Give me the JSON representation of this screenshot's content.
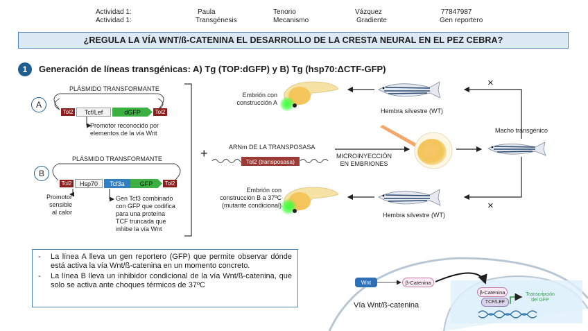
{
  "header": {
    "row1": [
      "Actividad 1:",
      "Paula",
      "Tenorio",
      "Vázquez",
      "77847987"
    ],
    "row2": [
      "Actividad 1:",
      "Transgénesis",
      "Mecanismo",
      "Gradiente",
      "Gen reportero"
    ]
  },
  "title": "¿REGULA LA VÍA WNT/ß-CATENINA EL DESARROLLO DE LA CRESTA NEURAL EN EL PEZ CEBRA?",
  "step": {
    "number": "1",
    "title": "Generación de líneas transgénicas: A) Tg (TOP:dGFP) y B) Tg (hsp70:ΔCTF-GFP)"
  },
  "plasmid_a": {
    "letter": "A",
    "title": "PLÁSMIDO TRANSFORMANTE",
    "tol_left": "Tol2",
    "promoter": "Tcf/Lef",
    "gene": "dGFP",
    "tol_right": "Tol2",
    "note_line1": "Promotor reconocido por",
    "note_line2": "elementos de la vía Wnt"
  },
  "plasmid_b": {
    "letter": "B",
    "title": "PLÁSMIDO TRANSFORMANTE",
    "tol_left": "Tol2",
    "promoter": "Hsp70",
    "gene1": "Tcf3a",
    "gene2": "GFP",
    "tol_right": "Tol2",
    "promoter_note_line1": "Promotor sensible",
    "promoter_note_line2": "al calor",
    "gene_note_lines": [
      "Gen Tcf3 combinado",
      "con GFP que codifica",
      "para  una  proteína",
      "TCF   truncada   que",
      "inhibe la vía Wnt"
    ]
  },
  "plus": "+",
  "transposase": {
    "label": "ARNm DE LA TRANSPOSASA",
    "box": "Tol2 (transposasa)"
  },
  "injection": {
    "line1": "MICROINYECCIÓN",
    "line2": "EN EMBRIONES"
  },
  "embryo_a": {
    "line1": "Embrión con",
    "line2": "construcción A"
  },
  "embryo_b": {
    "line1": "Embrión con",
    "line2": "construcción B a 37ºC",
    "line3": "(mutante condicional)"
  },
  "female_top": "Hembra silvestre (WT)",
  "female_bottom": "Hembra silvestre (WT)",
  "male": "Macho transgénico",
  "cross_symbol": "×",
  "notes": [
    "La línea A lleva un gen reportero (GFP) que permite observar dónde está activa la vía Wnt/ß-catenina en un momento concreto.",
    "La línea B lleva un inhibidor condicional de la vía Wnt/ß-catenina, que solo se activa ante choques térmicos de 37ºC"
  ],
  "pathway": {
    "wnt": "Wnt",
    "bcat_cyto": "β-Catenina",
    "bcat_nuc": "β-Catenina",
    "tcf": "TCF/LEF",
    "transcription_line1": "Transcripción",
    "transcription_line2": "del GFP",
    "caption": "Vía Wnt/ß-catenina"
  },
  "colors": {
    "title_fill": "#dce8f3",
    "title_border": "#4a86b8",
    "step_circle": "#1f5f8f",
    "tol2": "#8b1d1d",
    "gfp": "#3cb043",
    "tcf3a": "#2f7fc1",
    "transposase": "#9c3b35",
    "embryo_yolk": "#f3c55a",
    "gfp_glow": "#3cff3c",
    "fish_stripe": "#27466e",
    "nucleus": "#dff0fb"
  }
}
